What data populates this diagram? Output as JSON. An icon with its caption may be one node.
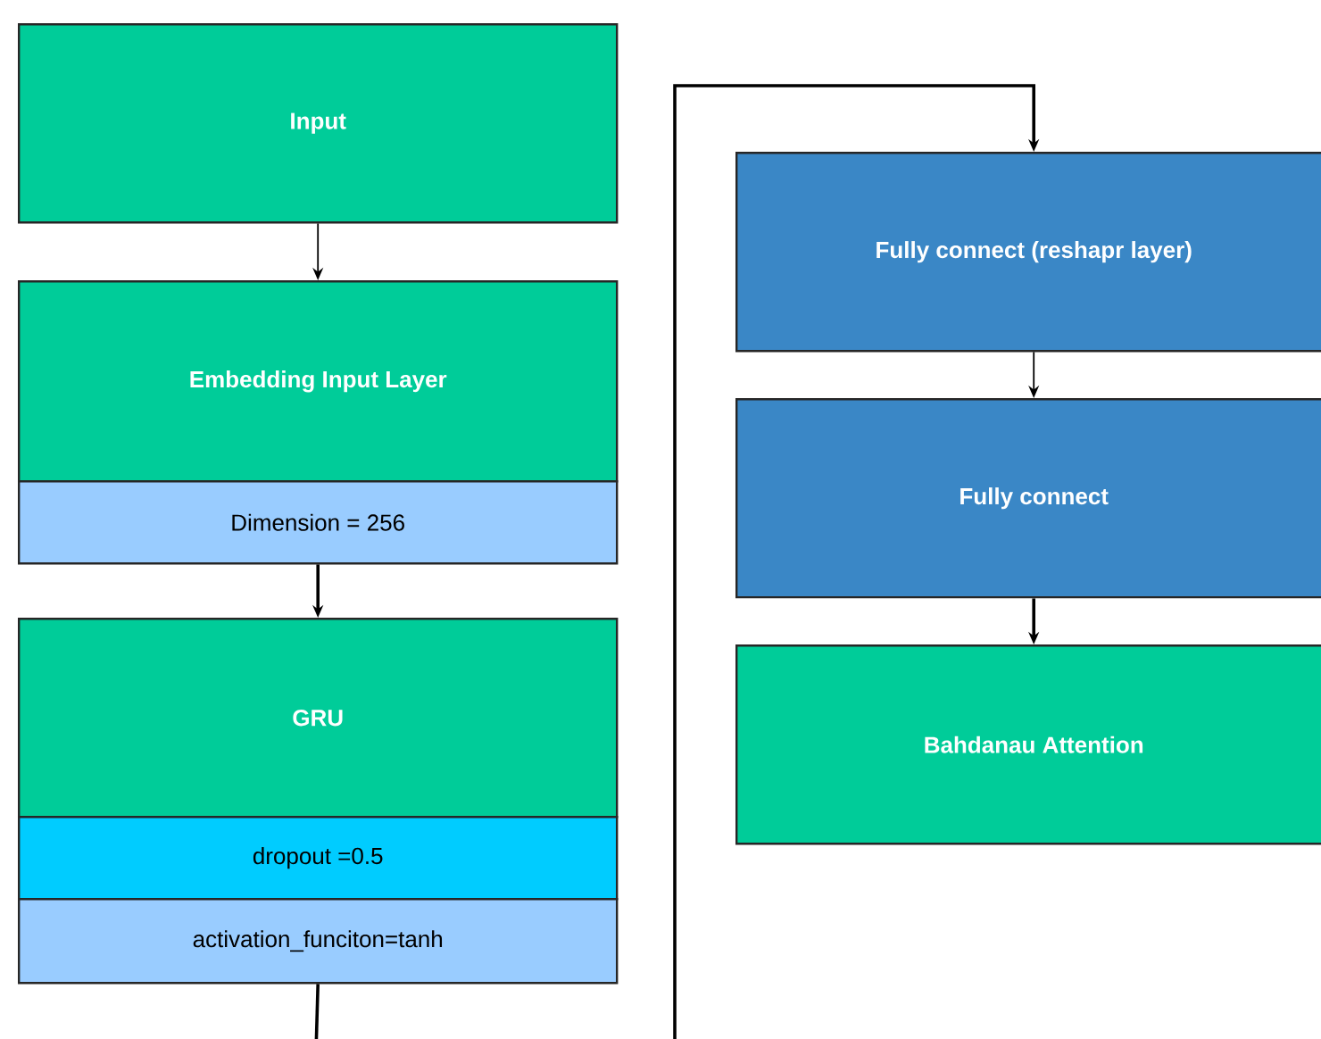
{
  "diagram": {
    "nodes": [
      {
        "text": [
          "Input"
        ]
      },
      {
        "text": [
          "Embedding Input Layer"
        ]
      },
      {
        "text": [
          "Dimension = 256"
        ]
      },
      {
        "text": [
          "GRU"
        ]
      },
      {
        "text": [
          "dropout =0.5"
        ]
      },
      {
        "text": [
          "activation_funciton=tanh"
        ]
      },
      {
        "text": [
          "Fully connect (reshapr layer)"
        ]
      },
      {
        "text": [
          "Fully connect"
        ]
      },
      {
        "text": [
          "Bahdanau Attention"
        ]
      }
    ],
    "edges": [
      {
        "from": 0,
        "to": 1,
        "arrow": "to"
      },
      {
        "from": 2,
        "to": 3,
        "arrow": "to"
      },
      {
        "from": 5,
        "to": null,
        "arrow": "none"
      },
      {
        "from": null,
        "to": 6,
        "arrow": "to"
      },
      {
        "from": 6,
        "to": 7,
        "arrow": "to"
      },
      {
        "from": 7,
        "to": 8,
        "arrow": "to"
      }
    ]
  }
}
